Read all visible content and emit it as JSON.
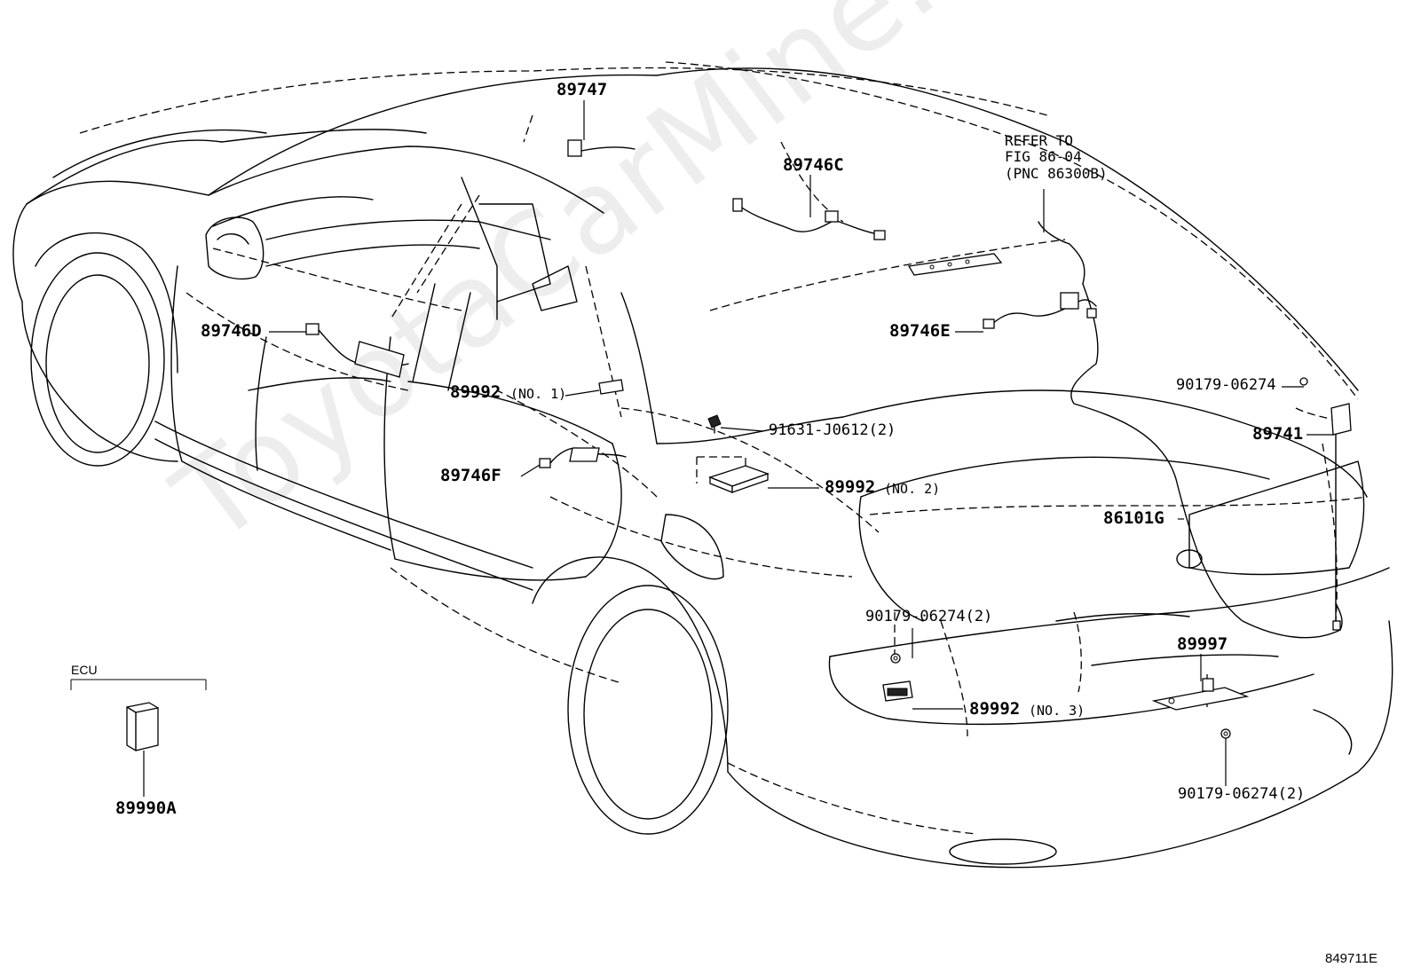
{
  "watermark": "ToyotaCarMine.ru",
  "figure_id": "849711E",
  "ecu_group_label": "ECU",
  "refer_note": [
    "REFER TO",
    "FIG 86-04",
    "(PNC 86300B)"
  ],
  "parts": {
    "p89747": {
      "number": "89747"
    },
    "p89746C": {
      "number": "89746C"
    },
    "p89746D": {
      "number": "89746D"
    },
    "p89746E": {
      "number": "89746E"
    },
    "p89746F": {
      "number": "89746F"
    },
    "p89992_1": {
      "number": "89992",
      "note": "(NO. 1)"
    },
    "p89992_2": {
      "number": "89992",
      "note": "(NO. 2)"
    },
    "p89992_3": {
      "number": "89992",
      "note": "(NO. 3)"
    },
    "p91631": {
      "number": "91631-J0612(2)"
    },
    "p90179_a": {
      "number": "90179-06274"
    },
    "p90179_b": {
      "number": "90179-06274(2)"
    },
    "p90179_c": {
      "number": "90179-06274(2)"
    },
    "p89741": {
      "number": "89741"
    },
    "p86101G": {
      "number": "86101G"
    },
    "p89997": {
      "number": "89997"
    },
    "p89990A": {
      "number": "89990A"
    }
  }
}
